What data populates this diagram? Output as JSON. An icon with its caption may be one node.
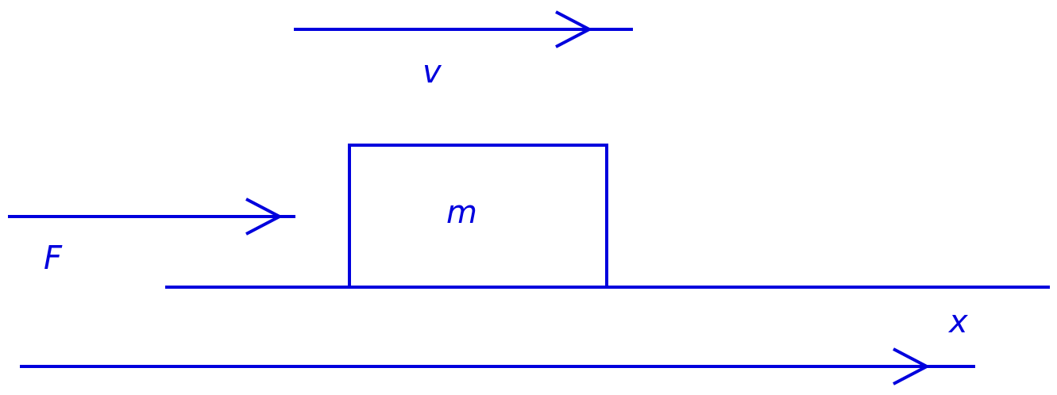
{
  "diagram": {
    "nodes": [
      {
        "text": [
          "m"
        ]
      }
    ],
    "labels": [
      "v",
      "F",
      "x"
    ]
  }
}
